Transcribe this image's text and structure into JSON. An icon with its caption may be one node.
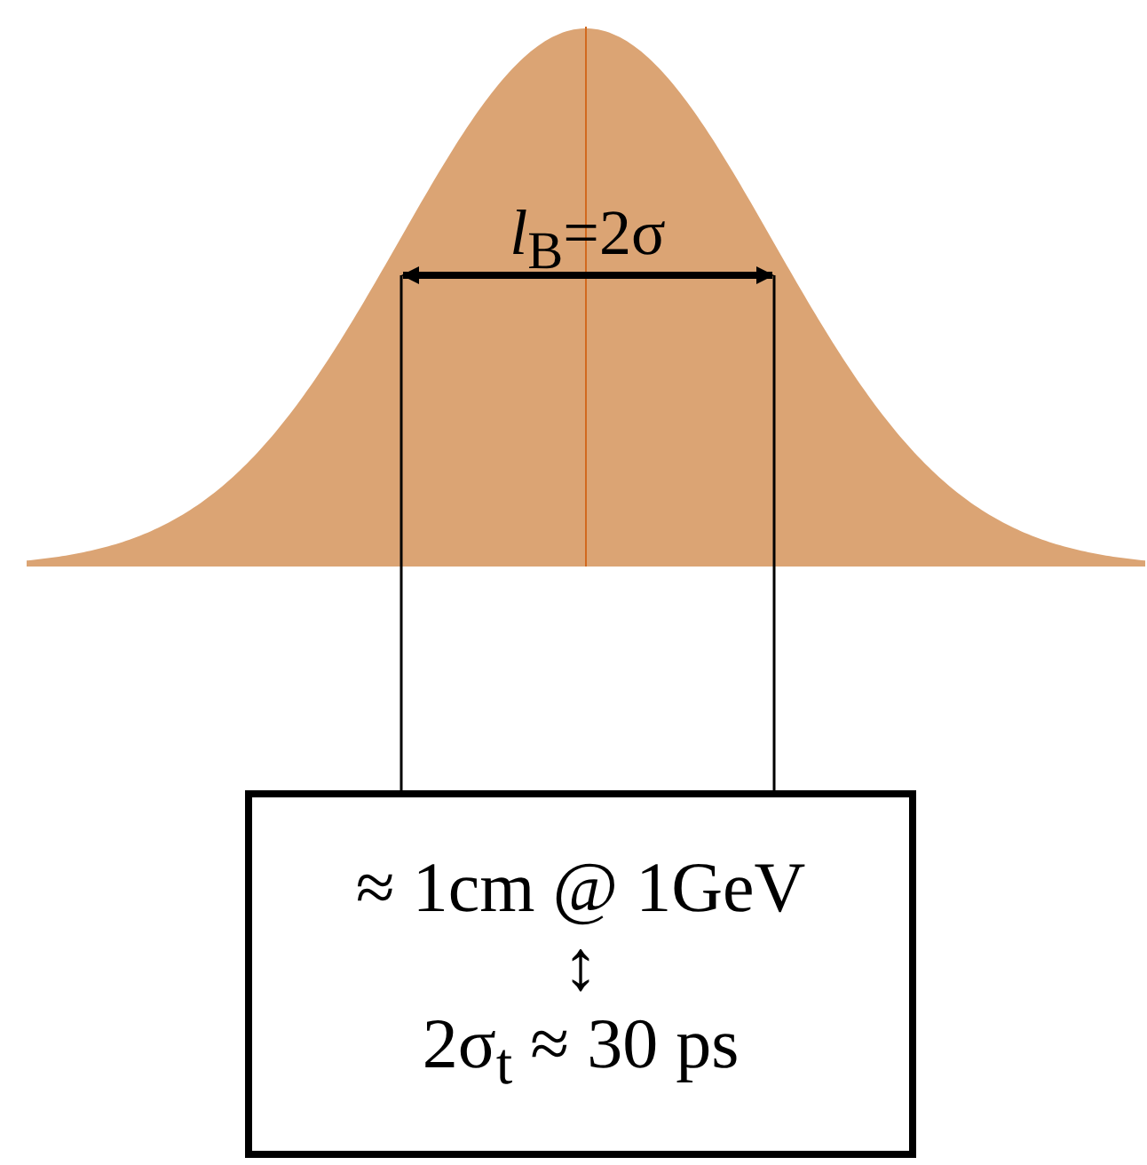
{
  "diagram": {
    "nodes": [
      {
        "text": [],
        "shape": "picture"
      },
      {
        "text": [
          "≈ 1cm @ 1GeV",
          "↕",
          "2σ$_{t}$ ≈ 30 ps"
        ]
      }
    ],
    "edges": [
      {
        "from": 0,
        "to": 1,
        "arrow": "none"
      },
      {
        "from": 0,
        "to": 1,
        "arrow": "none"
      }
    ],
    "labels": [
      "*l*$_{B}$=2σ"
    ]
  }
}
